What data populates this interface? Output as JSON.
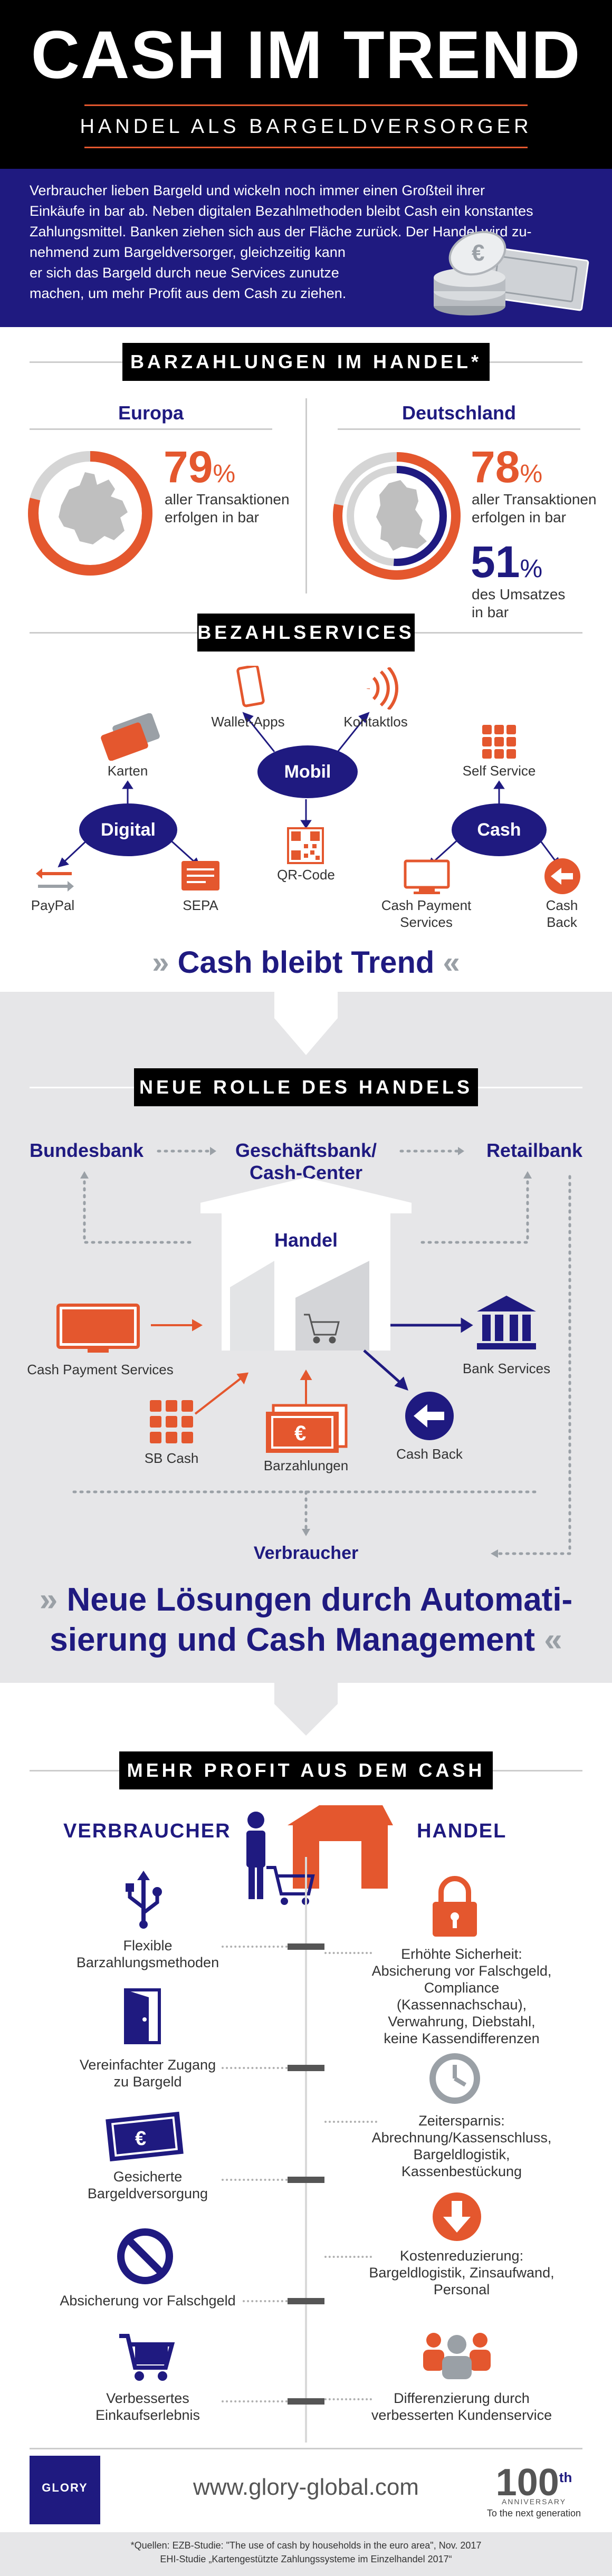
{
  "header": {
    "title": "CASH IM TREND",
    "subtitle": "HANDEL ALS BARGELDVERSORGER"
  },
  "intro": {
    "lines": [
      "Verbraucher lieben Bargeld und wickeln noch immer einen Großteil ihrer",
      "Einkäufe in bar ab. Neben digitalen Bezahlmethoden bleibt Cash ein konstantes",
      "Zahlungsmittel. Banken ziehen sich aus der Fläche zurück. Der Handel wird zu-",
      "nehmend zum Bargeldversorger, gleichzeitig kann",
      "er sich das Bargeld durch neue Services zunutze",
      "machen, um mehr Profit aus dem Cash zu ziehen."
    ]
  },
  "barzahlungen": {
    "heading": "BARZAHLUNGEN IM HANDEL*",
    "europa": {
      "title": "Europa",
      "value": "79",
      "pct": "%",
      "fraction": 0.79,
      "text_1": "aller Transaktionen",
      "text_2": "erfolgen in bar"
    },
    "deutschland": {
      "title": "Deutschland",
      "value": "78",
      "pct": "%",
      "fraction": 0.78,
      "text_1": "aller Transaktionen",
      "text_2": "erfolgen in bar",
      "value2": "51",
      "pct2": "%",
      "fraction2": 0.51,
      "text2_1": "des Umsatzes",
      "text2_2": "in bar"
    }
  },
  "bezahlservices": {
    "heading": "BEZAHLSERVICES",
    "mobil": "Mobil",
    "digital": "Digital",
    "cash": "Cash",
    "wallet": "Wallet-Apps",
    "kontaktlos": "Kontaktlos",
    "karten": "Karten",
    "qr": "QR-Code",
    "paypal": "PayPal",
    "sepa": "SEPA",
    "self_service": "Self Service",
    "cps_1": "Cash Payment",
    "cps_2": "Services",
    "cashback_1": "Cash",
    "cashback_2": "Back"
  },
  "trend": {
    "open": "»",
    "text": "Cash bleibt Trend",
    "close": "«"
  },
  "rolle": {
    "heading": "NEUE ROLLE DES HANDELS",
    "bundesbank": "Bundesbank",
    "geschaeftsbank_1": "Geschäftsbank/",
    "geschaeftsbank_2": "Cash-Center",
    "retailbank": "Retailbank",
    "handel": "Handel",
    "cash_payment_services": "Cash Payment Services",
    "bank_services": "Bank Services",
    "sb_cash": "SB Cash",
    "barzahlungen": "Barzahlungen",
    "cash_back": "Cash Back",
    "verbraucher": "Verbraucher"
  },
  "loesungen": {
    "open": "»",
    "line1": "Neue Lösungen durch Automati-",
    "line2": "sierung und Cash Management",
    "close": "«"
  },
  "profit": {
    "heading": "MEHR PROFIT AUS DEM CASH",
    "col_left": "VERBRAUCHER",
    "col_right": "HANDEL",
    "left": [
      {
        "l1": "Flexible",
        "l2": "Barzahlungsmethoden",
        "icon": "usb-icon"
      },
      {
        "l1": "Vereinfachter Zugang",
        "l2": "zu Bargeld",
        "icon": "door-icon"
      },
      {
        "l1": "Gesicherte",
        "l2": "Bargeldversorgung",
        "icon": "euro-banknote-icon"
      },
      {
        "l1": "Absicherung vor Falschgeld",
        "l2": "",
        "icon": "prohibited-icon"
      },
      {
        "l1": "Verbessertes",
        "l2": "Einkaufserlebnis",
        "icon": "shopping-cart-icon"
      }
    ],
    "right": [
      {
        "lines": [
          "Erhöhte Sicherheit:",
          "Absicherung vor Falschgeld,",
          "Compliance (Kassennachschau),",
          "Verwahrung, Diebstahl,",
          "keine Kassendifferenzen"
        ],
        "icon": "padlock-icon"
      },
      {
        "lines": [
          "Zeitersparnis:",
          "Abrechnung/Kassenschluss,",
          "Bargeldlogistik, Kassenbestückung"
        ],
        "icon": "clock-icon"
      },
      {
        "lines": [
          "Kostenreduzierung:",
          "Bargeldlogistik, Zinsaufwand,",
          "Personal"
        ],
        "icon": "down-arrow-icon"
      },
      {
        "lines": [
          "Differenzierung durch",
          "verbesserten Kundenservice"
        ],
        "icon": "team-icon"
      }
    ]
  },
  "footer": {
    "logo": "GLORY",
    "url": "www.glory-global.com",
    "anniv_num": "100",
    "anniv_th": "th",
    "anniv_word": "ANNIVERSARY",
    "anniv_tag": "To the next generation",
    "source_1": "*Quellen: EZB-Studie: \"The use of cash by households in the euro area\", Nov. 2017",
    "source_2": "EHI-Studie „Kartengestützte Zahlungssysteme im Einzelhandel 2017“"
  },
  "colors": {
    "navy": "#1f1a80",
    "orange": "#e4572e",
    "black": "#000000",
    "grey_band": "#e6e6e8"
  }
}
